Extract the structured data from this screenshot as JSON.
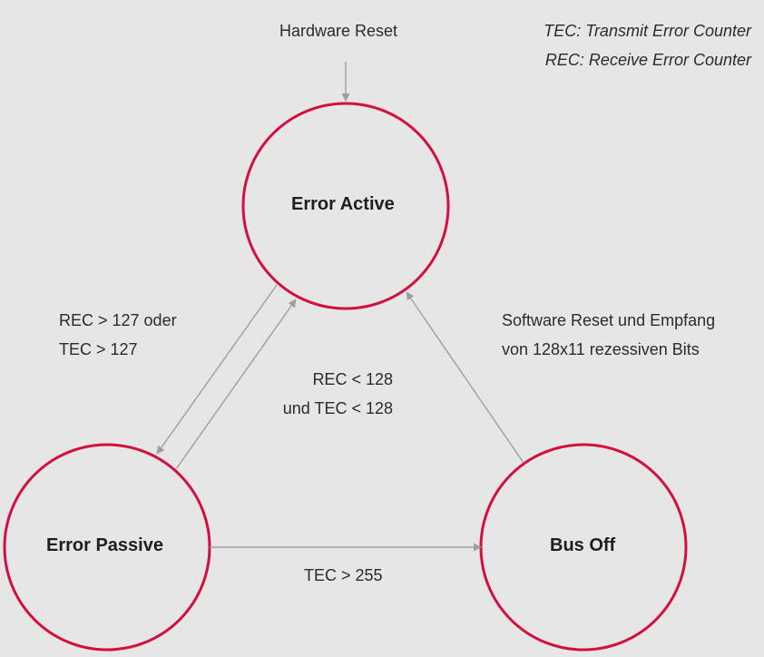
{
  "legend": {
    "line1": "TEC: Transmit Error Counter",
    "line2": "REC: Receive Error Counter"
  },
  "start": {
    "label": "Hardware Reset"
  },
  "states": {
    "error_active": "Error Active",
    "error_passive": "Error Passive",
    "bus_off": "Bus Off"
  },
  "transitions": {
    "active_to_passive": {
      "line1": "REC > 127 oder",
      "line2": "TEC > 127"
    },
    "passive_to_active": {
      "line1": "REC < 128",
      "line2": "und TEC < 128"
    },
    "busoff_to_active": {
      "line1": "Software Reset und Empfang",
      "line2": "von 128x11 rezessiven Bits"
    },
    "passive_to_busoff": {
      "line1": "TEC > 255"
    }
  },
  "colors": {
    "state_ring": "#d1103e",
    "edge": "#9e9e9e",
    "background": "#e6e6e6"
  }
}
